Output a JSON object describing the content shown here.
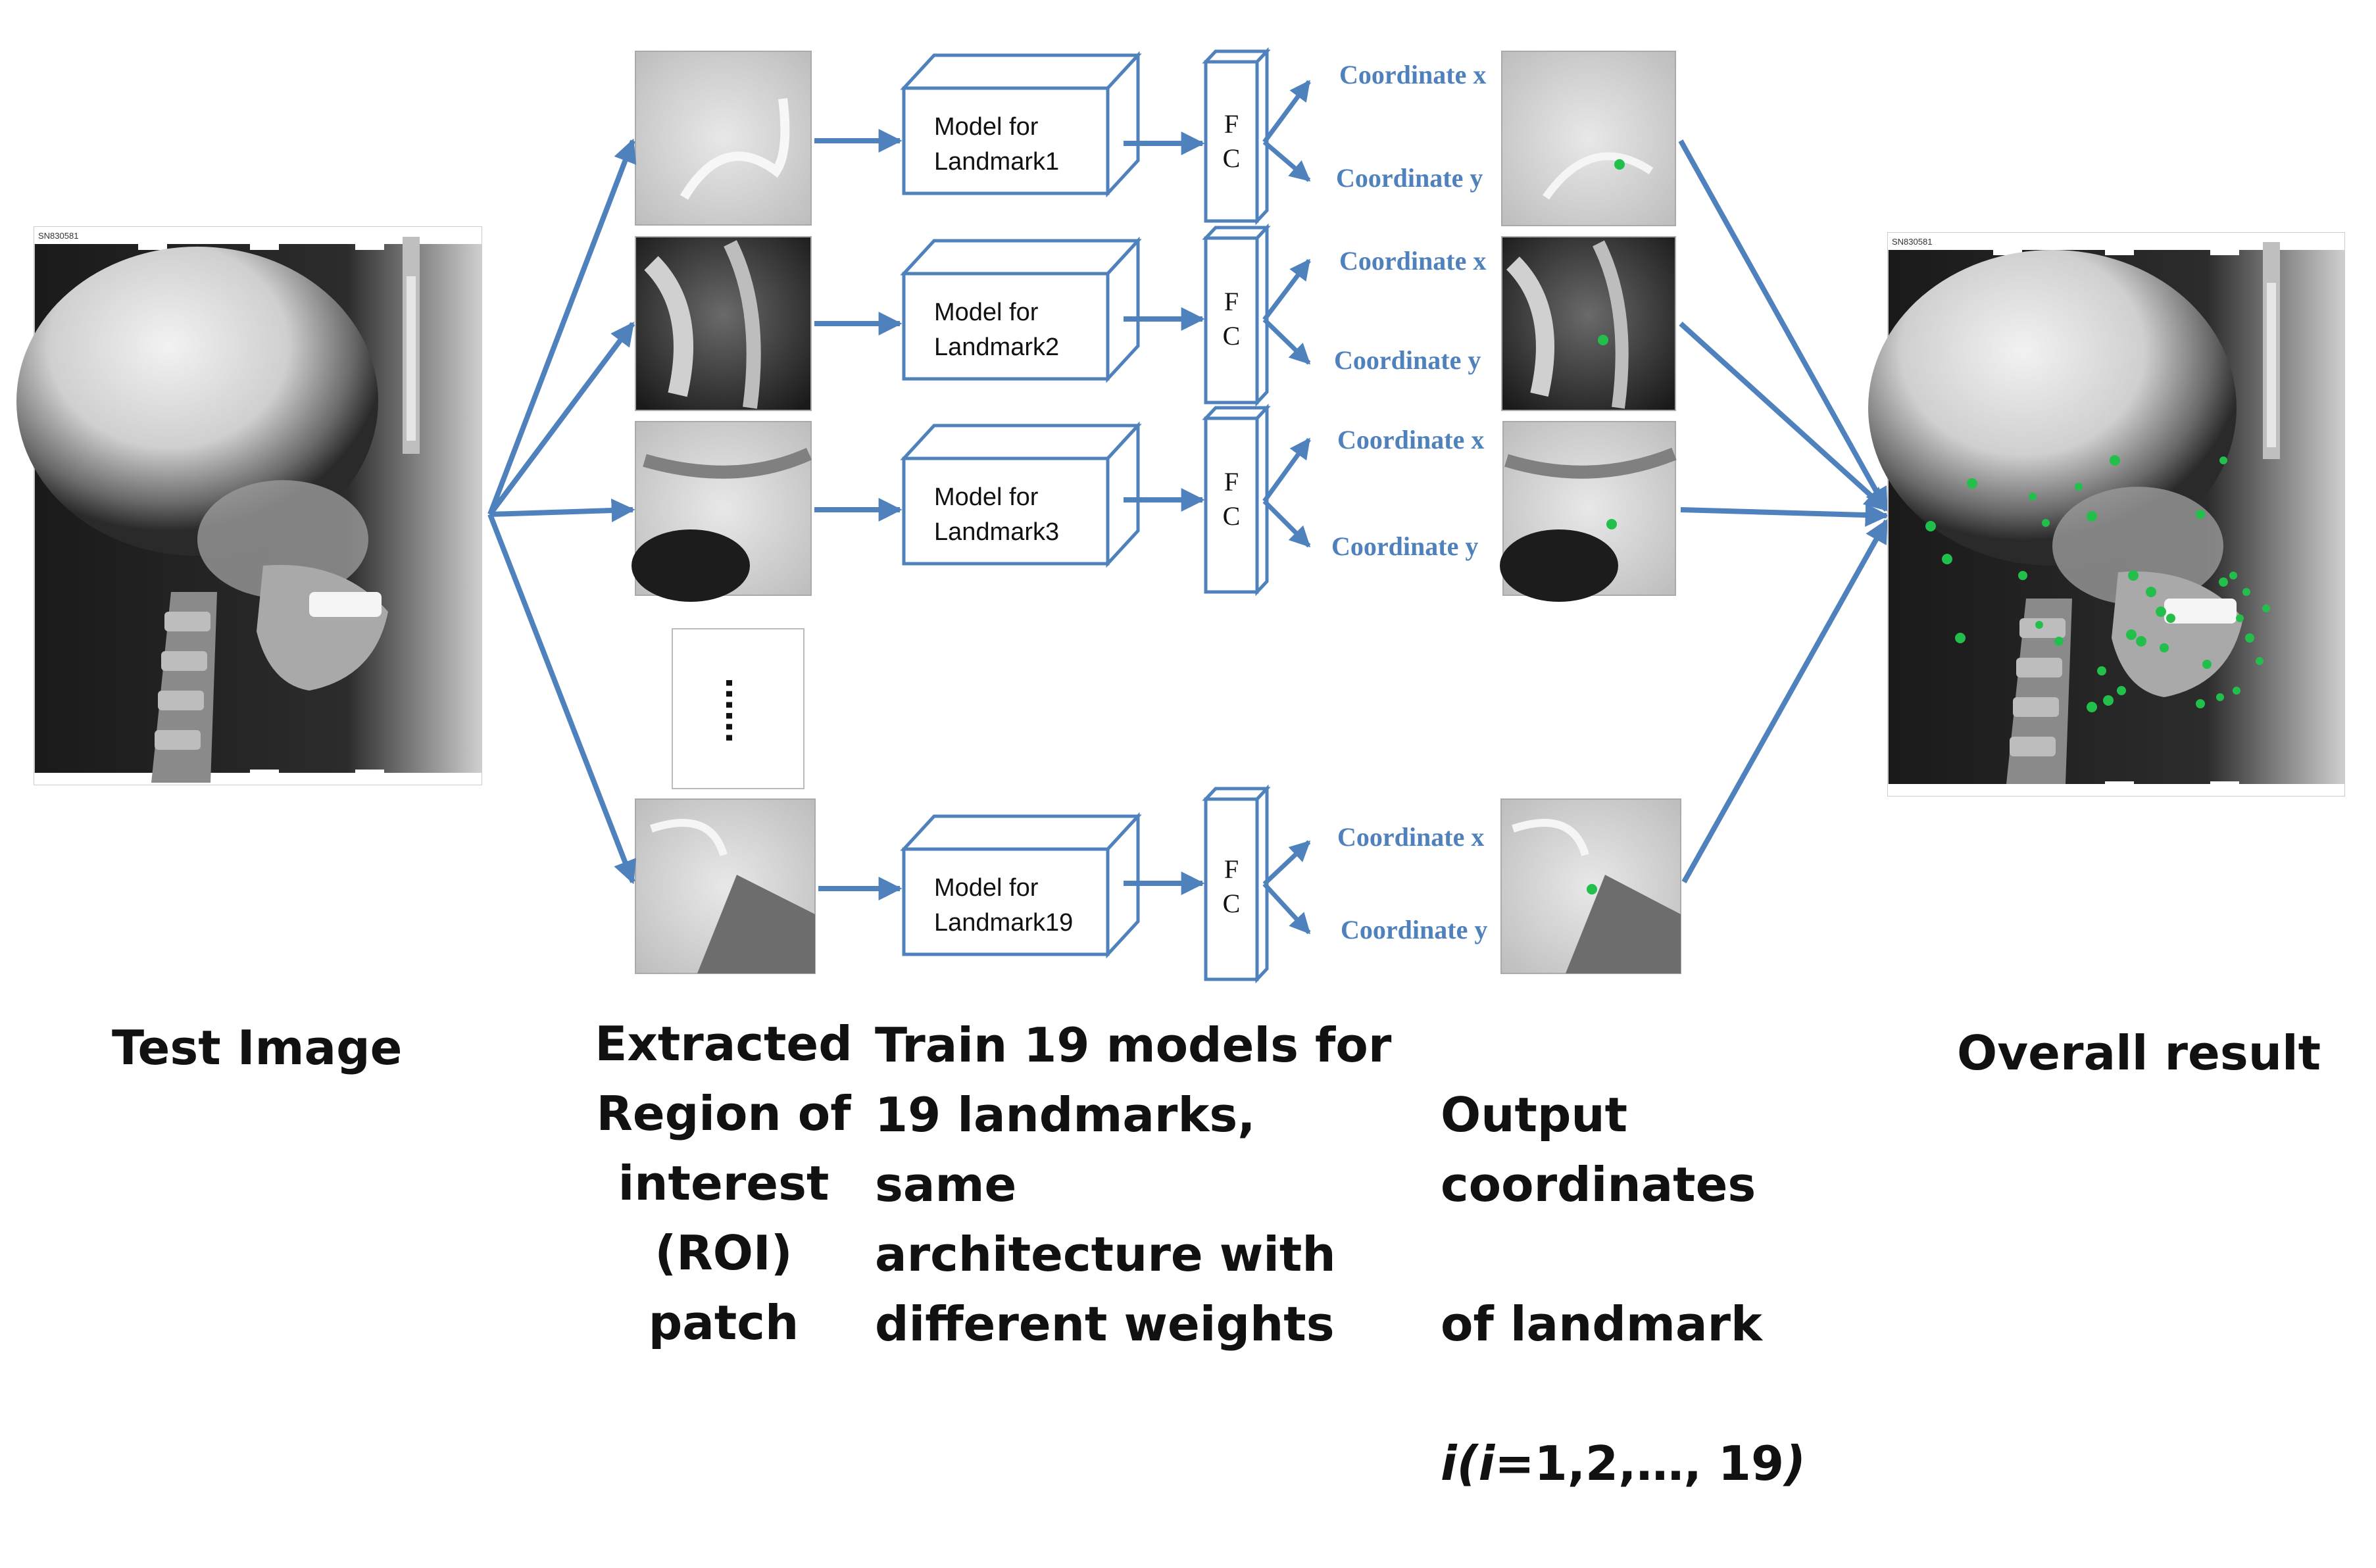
{
  "colors": {
    "arrow": "#4f81bd",
    "box_stroke": "#4f81bd",
    "coord_text": "#4f81bd",
    "landmark_dot": "#22c04a",
    "caption": "#111111"
  },
  "test_image": {
    "label_id": "SN830581"
  },
  "result_image": {
    "label_id": "SN830581"
  },
  "rows": [
    {
      "model_label_line1": "Model for",
      "model_label_line2": "Landmark1",
      "fc_line1": "F",
      "fc_line2": "C",
      "coord_x": "Coordinate x",
      "coord_y": "Coordinate y"
    },
    {
      "model_label_line1": "Model for",
      "model_label_line2": "Landmark2",
      "fc_line1": "F",
      "fc_line2": "C",
      "coord_x": "Coordinate x",
      "coord_y": "Coordinate y"
    },
    {
      "model_label_line1": "Model for",
      "model_label_line2": "Landmark3",
      "fc_line1": "F",
      "fc_line2": "C",
      "coord_x": "Coordinate x",
      "coord_y": "Coordinate y"
    },
    {
      "model_label_line1": "Model for",
      "model_label_line2": "Landmark19",
      "fc_line1": "F",
      "fc_line2": "C",
      "coord_x": "Coordinate x",
      "coord_y": "Coordinate y"
    }
  ],
  "ellipsis": "......",
  "captions": {
    "test_image": "Test Image",
    "roi": "Extracted\nRegion of\ninterest\n(ROI) patch",
    "train": "Train 19 models for\n19 landmarks, same\narchitecture with\ndifferent weights",
    "output_line1": "Output coordinates",
    "output_line2": "of landmark",
    "output_i1": "i(i",
    "output_eq": "=1,2,…, 19",
    "output_close": ")",
    "overall": "Overall result"
  }
}
